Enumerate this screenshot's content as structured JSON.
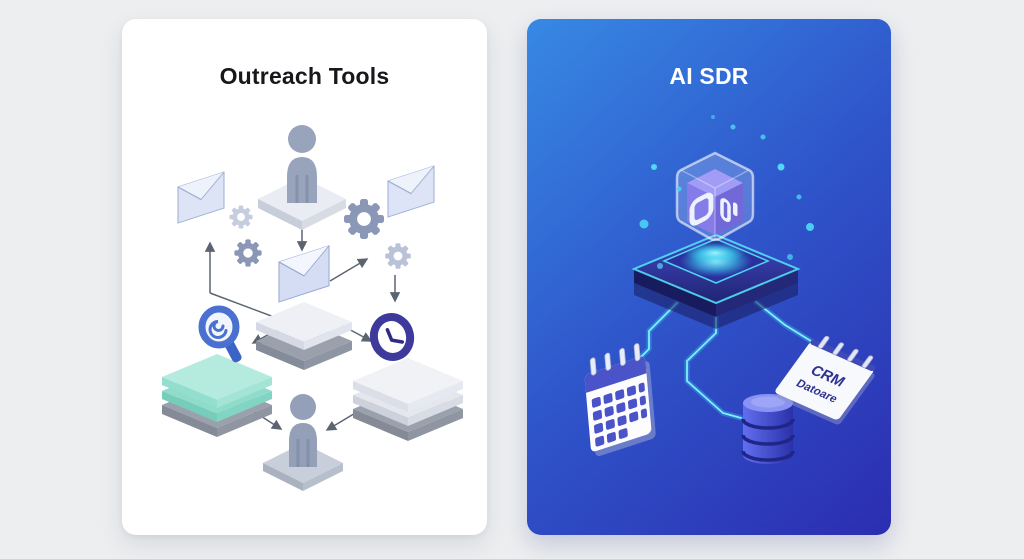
{
  "page": {
    "background_color": "#eceef0",
    "layout": "two-card comparison illustration"
  },
  "cards": {
    "outreach": {
      "title": "Outreach Tools",
      "theme": {
        "card_bg": "#ffffff",
        "title_color": "#17181b",
        "icon_gray": "#97a2ba",
        "gear_dark": "#8b97b6",
        "gear_light": "#c5cddf",
        "envelope_fill": "#dce4f6",
        "accent_teal": "#9fe4d6",
        "magnifier_blue": "#3c63c6",
        "clock_indigo": "#3d3a9b",
        "arrow_color": "#5c6472"
      },
      "icons": [
        {
          "name": "person-icon",
          "shape": "isometric figure on platform"
        },
        {
          "name": "envelope-icon",
          "shape": "isometric envelope"
        },
        {
          "name": "gear-icon",
          "shape": "cog wheel"
        },
        {
          "name": "search-icon",
          "shape": "magnifying glass on teal layer stack"
        },
        {
          "name": "clock-icon",
          "shape": "clock on layer stack"
        }
      ]
    },
    "ai_sdr": {
      "title": "AI SDR",
      "theme": {
        "bg_gradient_start": "#3789e4",
        "bg_gradient_end": "#2c2db0",
        "title_color": "#ffffff",
        "glow_cyan": "#55e9fb",
        "platform_navy": "#23277e",
        "robot_core_purple": "#6a5be4",
        "database_blue": "#4a55d8",
        "paper_white": "#f8f9fd",
        "calendar_indigo": "#4a54c8"
      },
      "crm_note": {
        "line1": "CRM",
        "line2": "Datoare"
      },
      "icons": [
        {
          "name": "robot-icon",
          "shape": "translucent glass cube robot head"
        },
        {
          "name": "platform-icon",
          "shape": "glowing isometric platform"
        },
        {
          "name": "calendar-icon",
          "shape": "isometric calendar with rings"
        },
        {
          "name": "database-icon",
          "shape": "stacked cylinder"
        },
        {
          "name": "crm-note-icon",
          "shape": "spiral notepad"
        }
      ]
    }
  }
}
